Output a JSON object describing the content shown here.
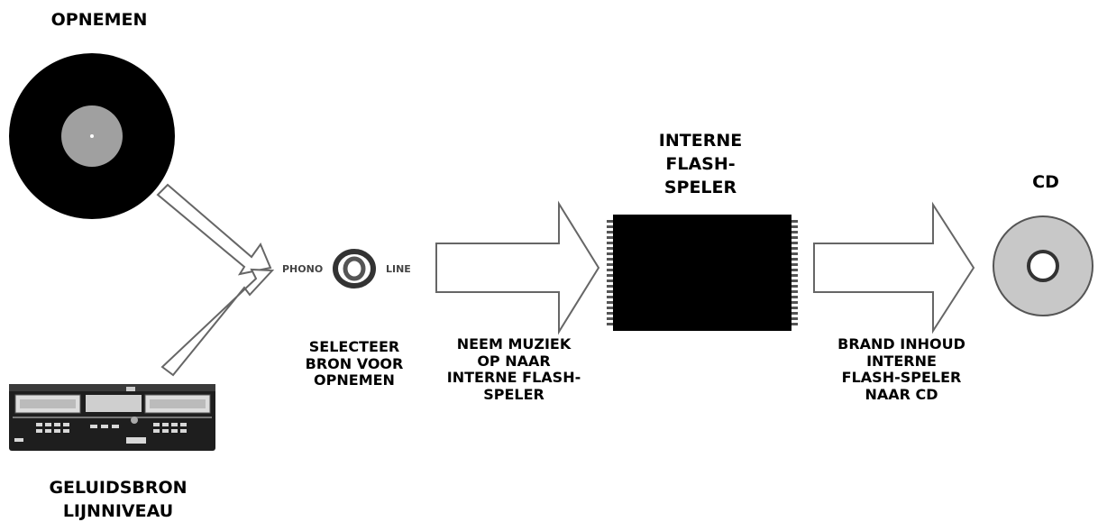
{
  "colors": {
    "ink": "#000000",
    "record_label": "#a0a0a0",
    "cd_disc": "#c8c8c8",
    "chip": "#000000",
    "arrow_fill": "#ffffff"
  },
  "labels": {
    "record": "OPNEMEN",
    "deck": [
      "GELUIDSBRON",
      "LIJNNIVEAU"
    ],
    "select": [
      "SELECTEER",
      "BRON VOOR",
      "OPNEMEN"
    ],
    "record_to_flash": [
      "NEEM MUZIEK",
      "OP NAAR",
      "INTERNE FLASH-",
      "SPELER"
    ],
    "flash": [
      "INTERNE",
      "FLASH-",
      "SPELER"
    ],
    "burn": [
      "BRAND INHOUD",
      "INTERNE",
      "FLASH-SPELER",
      "NAAR CD"
    ],
    "cd": "CD"
  },
  "switch": {
    "left": "PHONO",
    "right": "LINE"
  },
  "icons": [
    "vinyl-record-icon",
    "cassette-deck-icon",
    "selector-switch-icon",
    "flash-chip-icon",
    "cd-icon"
  ]
}
